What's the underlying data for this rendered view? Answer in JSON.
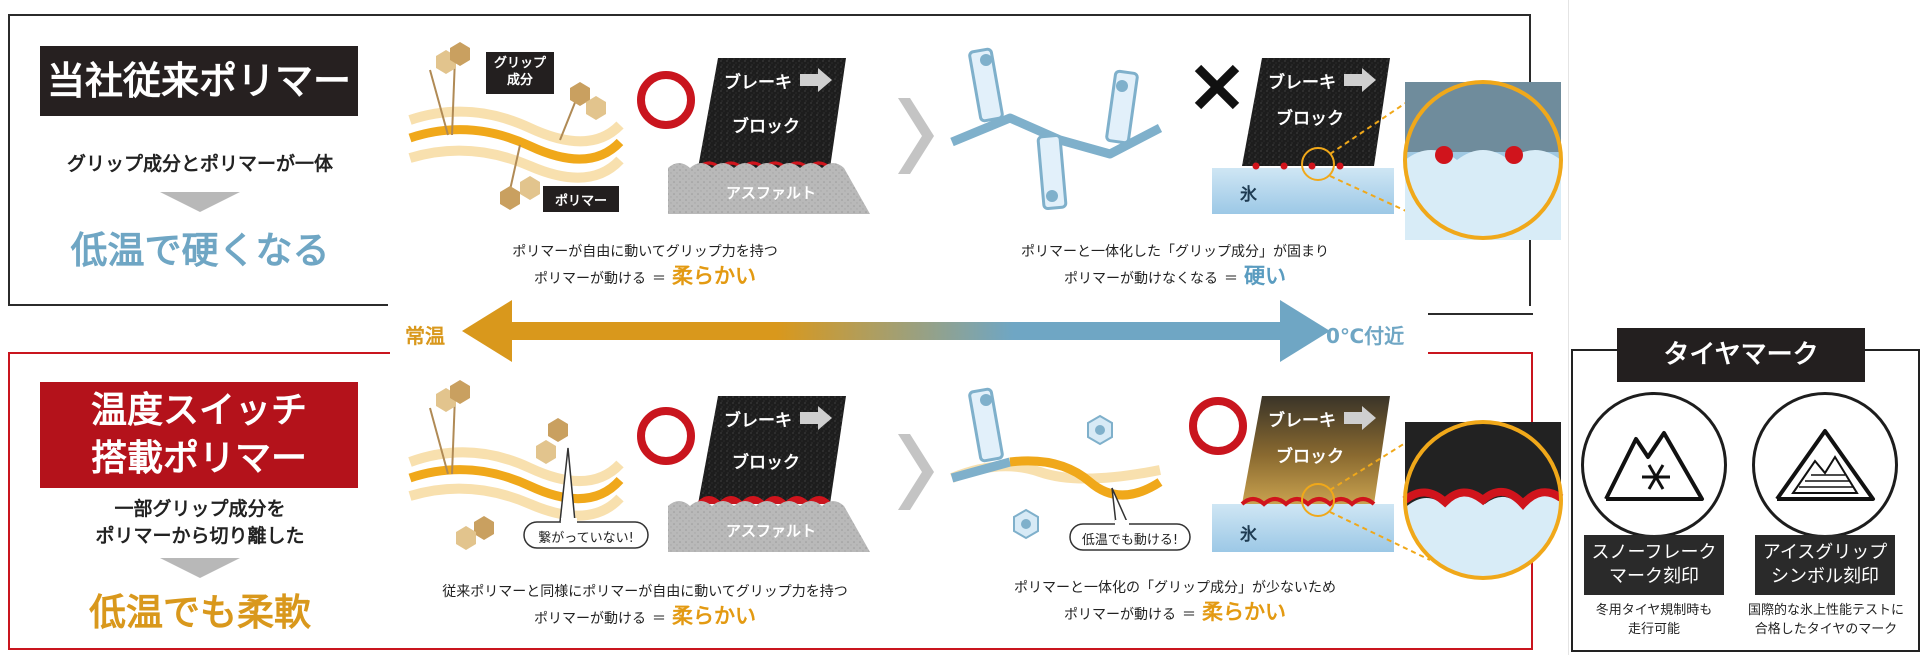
{
  "top": {
    "tag": "当社従来ポリマー",
    "subtitle": "グリップ成分とポリマーが一体",
    "result": "低温で硬くなる",
    "label_grip_line1": "グリップ",
    "label_grip_line2": "成分",
    "label_polymer": "ポリマー",
    "block_brake": "ブレーキ",
    "block_block": "ブロック",
    "asphalt": "アスファルト",
    "ice": "氷",
    "caption1_line1": "ポリマーが自由に動いてグリップ力を持つ",
    "caption1_line2_pre": "ポリマーが動ける",
    "caption1_eq": "＝",
    "caption1_em": "柔らかい",
    "caption2_line1": "ポリマーと一体化した「グリップ成分」が固まり",
    "caption2_line2_pre": "ポリマーが動けなくなる",
    "caption2_eq": "＝",
    "caption2_em": "硬い"
  },
  "middle": {
    "left_temp": "常温",
    "right_temp": "0℃付近"
  },
  "bottom": {
    "tag_line1": "温度スイッチ",
    "tag_line2": "搭載ポリマー",
    "subtitle_line1": "一部グリップ成分を",
    "subtitle_line2": "ポリマーから切り離した",
    "result": "低温でも柔軟",
    "bubble_disconnected": "繋がっていない!",
    "bubble_lowtemp": "低温でも動ける!",
    "block_brake": "ブレーキ",
    "block_block": "ブロック",
    "asphalt": "アスファルト",
    "ice": "氷",
    "caption1_line1": "従来ポリマーと同様にポリマーが自由に動いてグリップ力を持つ",
    "caption1_line2_pre": "ポリマーが動ける",
    "caption1_eq": "＝",
    "caption1_em": "柔らかい",
    "caption2_line1": "ポリマーと一体化の「グリップ成分」が少ないため",
    "caption2_line2_pre": "ポリマーが動ける",
    "caption2_eq": "＝",
    "caption2_em": "柔らかい"
  },
  "tire_mark": {
    "title": "タイヤマーク",
    "marks": [
      {
        "icon": "snowflake-mountain-icon",
        "label_line1": "スノーフレーク",
        "label_line2": "マーク刻印",
        "desc_line1": "冬用タイヤ規制時も",
        "desc_line2": "走行可能"
      },
      {
        "icon": "ice-grip-mountain-icon",
        "label_line1": "アイスグリップ",
        "label_line2": "シンボル刻印",
        "desc_line1": "国際的な氷上性能テストに",
        "desc_line2": "合格したタイヤのマーク"
      }
    ]
  },
  "colors": {
    "dark": "#262020",
    "red": "#b4121b",
    "warm": "#d9981c",
    "cold": "#6fa6c4",
    "polymer_yellow": "#f0a81a",
    "gray_arrow": "#c4c4c4"
  }
}
